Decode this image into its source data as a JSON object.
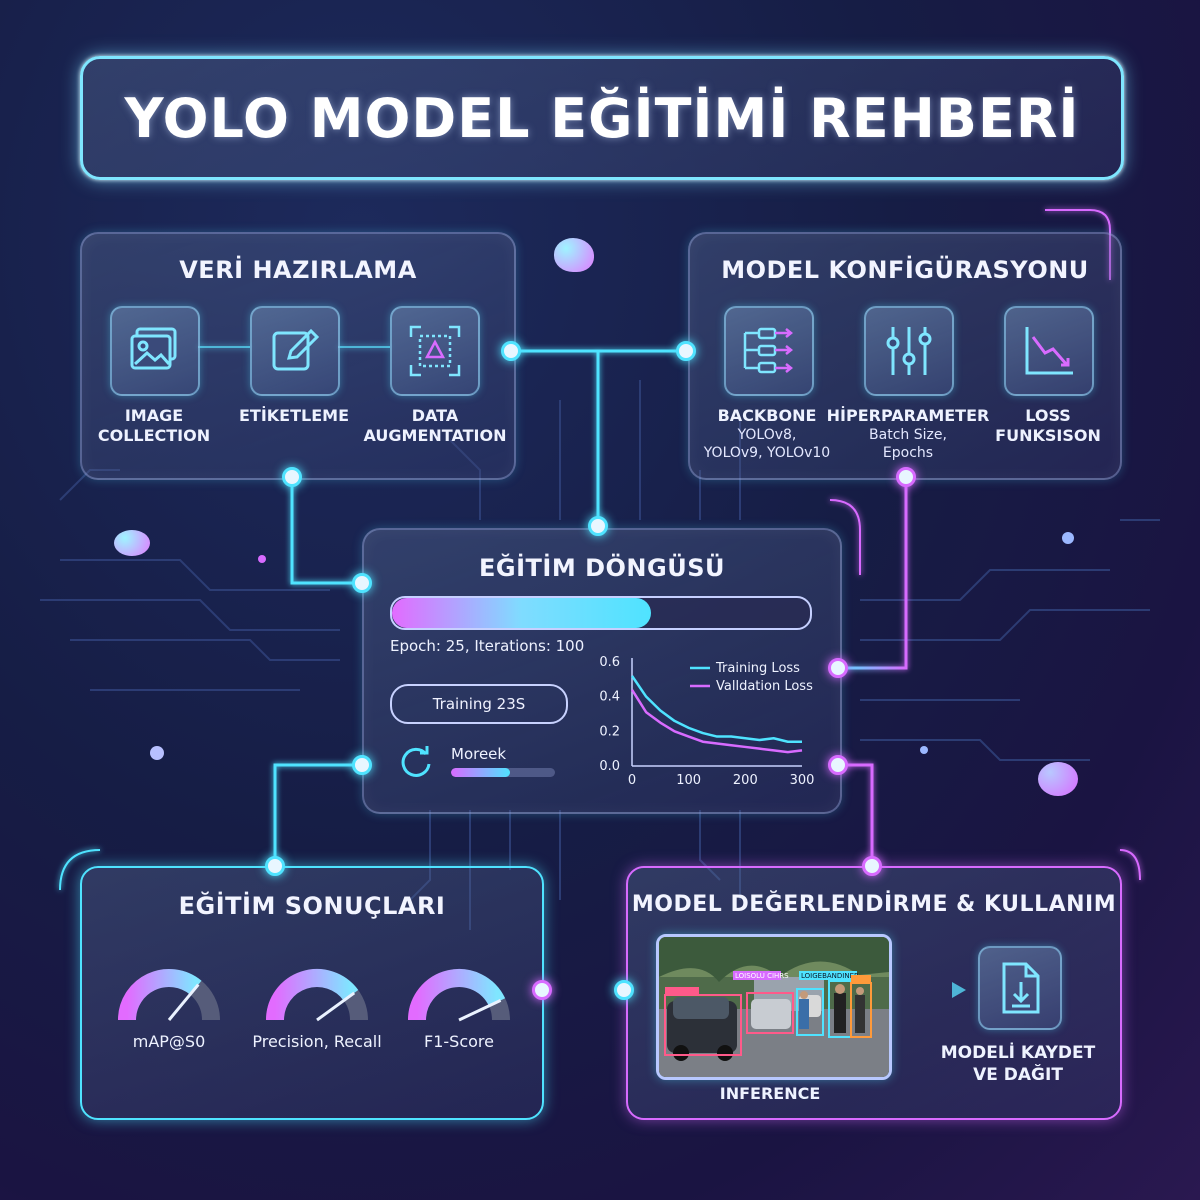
{
  "title": "YOLO MODEL EĞİTİMİ REHBERİ",
  "veri": {
    "title": "VERİ HAZIRLAMA",
    "items": [
      {
        "label": "IMAGE\nCOLLECTION",
        "icon": "image-gallery-icon"
      },
      {
        "label": "ETİKETLEME",
        "icon": "edit-icon"
      },
      {
        "label": "DATA\nAUGMENTATION",
        "icon": "augmentation-icon"
      }
    ]
  },
  "model": {
    "title": "MODEL KONFİGÜRASYONU",
    "items": [
      {
        "label": "BACKBONE",
        "sub": "YOLOv8,\nYOLOv9, YOLOv10",
        "icon": "backbone-layers-icon"
      },
      {
        "label": "HİPERPARAMETER",
        "sub": "Batch Size,\nEpochs",
        "icon": "sliders-icon"
      },
      {
        "label": "LOSS\nFUNKSISON",
        "icon": "loss-chart-icon"
      }
    ]
  },
  "egitim": {
    "title": "EĞİTİM DÖNGÜSÜ",
    "progress": 0.62,
    "epoch_text": "Epoch: 25, Iterations: 100",
    "pill": "Training 23S",
    "moreek": "Moreek",
    "moreek_progress": 0.57
  },
  "chart_data": {
    "type": "line",
    "x": [
      0,
      25,
      50,
      75,
      100,
      125,
      150,
      175,
      200,
      225,
      250,
      275,
      300
    ],
    "series": [
      {
        "name": "Training Loss",
        "color": "#4fe3ff",
        "values": [
          0.52,
          0.4,
          0.32,
          0.26,
          0.22,
          0.19,
          0.17,
          0.17,
          0.16,
          0.15,
          0.16,
          0.14,
          0.14
        ]
      },
      {
        "name": "Valldation Loss",
        "color": "#d86bff",
        "values": [
          0.44,
          0.31,
          0.25,
          0.2,
          0.17,
          0.14,
          0.13,
          0.12,
          0.11,
          0.1,
          0.09,
          0.08,
          0.09
        ]
      }
    ],
    "xticks": [
      "0",
      "100",
      "200",
      "300"
    ],
    "yticks": [
      "0.6",
      "0.4",
      "0.2",
      "0.0"
    ],
    "xlim": [
      0,
      300
    ],
    "ylim": [
      0,
      0.6
    ]
  },
  "sonuc": {
    "title": "EĞİTİM SONUÇLARI",
    "gauges": [
      {
        "label": "mAP@S0",
        "value": 0.72
      },
      {
        "label": "Precision, Recall",
        "value": 0.8
      },
      {
        "label": "F1-Score",
        "value": 0.86
      }
    ]
  },
  "deger": {
    "title": "MODEL DEĞERLENDİRME & KULLANIM",
    "inference": "INFERENCE",
    "save": "MODELİ KAYDET\nVE DAĞIT",
    "detection_tags": [
      "LOISOLU CIHRS",
      "LOIGEBANDINER"
    ]
  },
  "colors": {
    "cyan": "#4fe3ff",
    "pink": "#d86bff",
    "bg": "#161d45"
  }
}
